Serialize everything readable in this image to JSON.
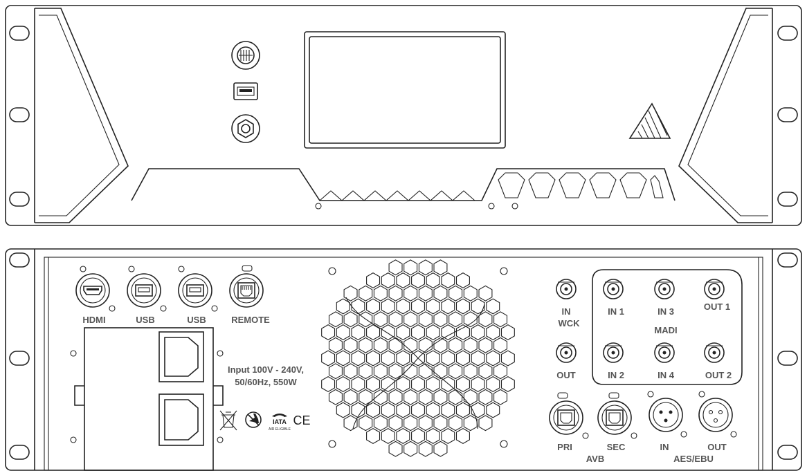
{
  "colors": {
    "line": "#222222",
    "label": "#555555",
    "background": "#ffffff"
  },
  "rear_labels": {
    "hdmi": "HDMI",
    "usb_1": "USB",
    "usb_2": "USB",
    "remote": "REMOTE",
    "power_line_1": "Input 100V - 240V,",
    "power_line_2": "50/60Hz, 550W",
    "wck_in": "IN",
    "wck_group": "WCK",
    "wck_out": "OUT",
    "madi_in1": "IN 1",
    "madi_in3": "IN 3",
    "madi_out1": "OUT 1",
    "madi_group": "MADI",
    "madi_in2": "IN 2",
    "madi_in4": "IN 4",
    "madi_out2": "OUT 2",
    "avb_pri": "PRI",
    "avb_sec": "SEC",
    "avb_group": "AVB",
    "aes_in": "IN",
    "aes_out": "OUT",
    "aes_group": "AES/EBU"
  },
  "compliance": {
    "iata": "IATA",
    "air_eligible": "AIR ELIGIBLE",
    "ce": "CE"
  },
  "icons": [
    "headphone-jack-icon",
    "usb-port-icon",
    "rack-ear-hole-icon",
    "brand-logo-icon",
    "weee-bin-icon",
    "no-flight-icon",
    "iata-icon",
    "ce-mark-icon"
  ]
}
